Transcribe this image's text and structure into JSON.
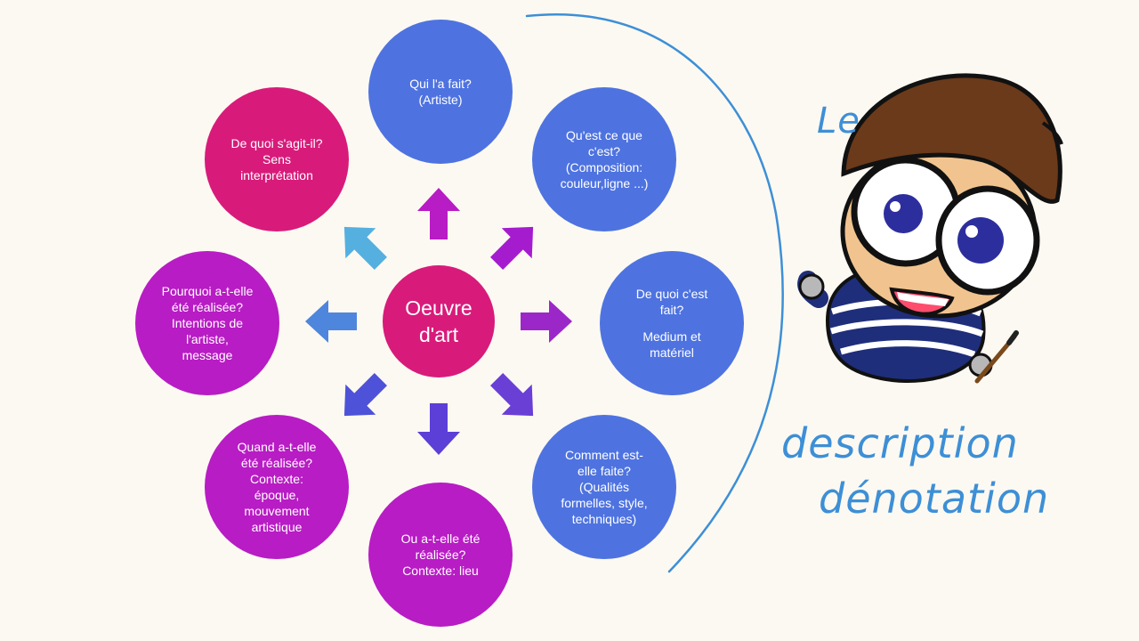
{
  "center": {
    "label": "Oeuvre d'art",
    "color": "#d81b7a"
  },
  "nodes": [
    {
      "id": "qui",
      "lines": [
        "Qui l'a fait?\n(Artiste)"
      ],
      "color": "#4e73e0"
    },
    {
      "id": "quest",
      "lines": [
        "Qu'est ce que\nc'est?\n(Composition:\ncouleur,ligne ...)"
      ],
      "color": "#4e73e0"
    },
    {
      "id": "dequoi-fait",
      "lines": [
        "De quoi c'est\nfait?",
        "Medium et\nmatériel"
      ],
      "color": "#4e73e0"
    },
    {
      "id": "comment",
      "lines": [
        "Comment est-\nelle faite?\n(Qualités\nformelles, style,\ntechniques)"
      ],
      "color": "#4e73e0"
    },
    {
      "id": "ou",
      "lines": [
        "Ou a-t-elle été\nréalisée?\nContexte: lieu"
      ],
      "color": "#b81cc4"
    },
    {
      "id": "quand",
      "lines": [
        "Quand a-t-elle\nété réalisée?\nContexte:\népoque,\nmouvement\nartistique"
      ],
      "color": "#b81cc4"
    },
    {
      "id": "pourquoi",
      "lines": [
        "Pourquoi a-t-elle\nété réalisée?\nIntentions de\nl'artiste,\nmessage"
      ],
      "color": "#b81cc4"
    },
    {
      "id": "sens",
      "lines": [
        "De quoi s'agit-il?\nSens\ninterprétation"
      ],
      "color": "#d81b7a"
    }
  ],
  "arrows": [
    {
      "id": "up",
      "color": "#b81cc4"
    },
    {
      "id": "up-right",
      "color": "#a51ccf"
    },
    {
      "id": "right",
      "color": "#9c27c9"
    },
    {
      "id": "down-right",
      "color": "#6a3fd6"
    },
    {
      "id": "down",
      "color": "#5b3fd6"
    },
    {
      "id": "down-left",
      "color": "#4e52d8"
    },
    {
      "id": "left",
      "color": "#4d86dc"
    },
    {
      "id": "up-left",
      "color": "#55b0e0"
    }
  ],
  "annotations": {
    "le": "Le",
    "description": "description",
    "denotation": "dénotation"
  },
  "colors": {
    "background": "#fcf9f2",
    "ink": "#3d8fd6"
  }
}
